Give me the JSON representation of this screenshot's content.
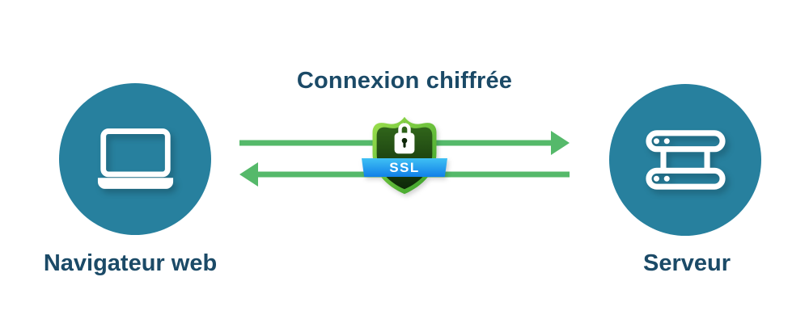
{
  "title": "Connexion chiffrée",
  "nodes": {
    "browser": {
      "label": "Navigateur web",
      "icon": "laptop-icon"
    },
    "server": {
      "label": "Serveur",
      "icon": "server-icon"
    }
  },
  "shield": {
    "badge": "SSL",
    "icon": "padlock-icon"
  },
  "connection": {
    "top_arrow_direction": "left-to-right",
    "bottom_arrow_direction": "right-to-left"
  },
  "colors": {
    "background": "#ffffff",
    "node_circle": "#27809e",
    "label_text": "#1b4a67",
    "arrow_green": "#55b96a",
    "shield_rim_light": "#9fe14e",
    "shield_rim_dark": "#3da32c",
    "shield_inner_top": "#336a1c",
    "shield_inner_bottom": "#0d2708",
    "ribbon_blue_light": "#3fc0f4",
    "ribbon_blue_dark": "#1180e8",
    "badge_text": "#ffffff",
    "icon_white": "#ffffff"
  }
}
